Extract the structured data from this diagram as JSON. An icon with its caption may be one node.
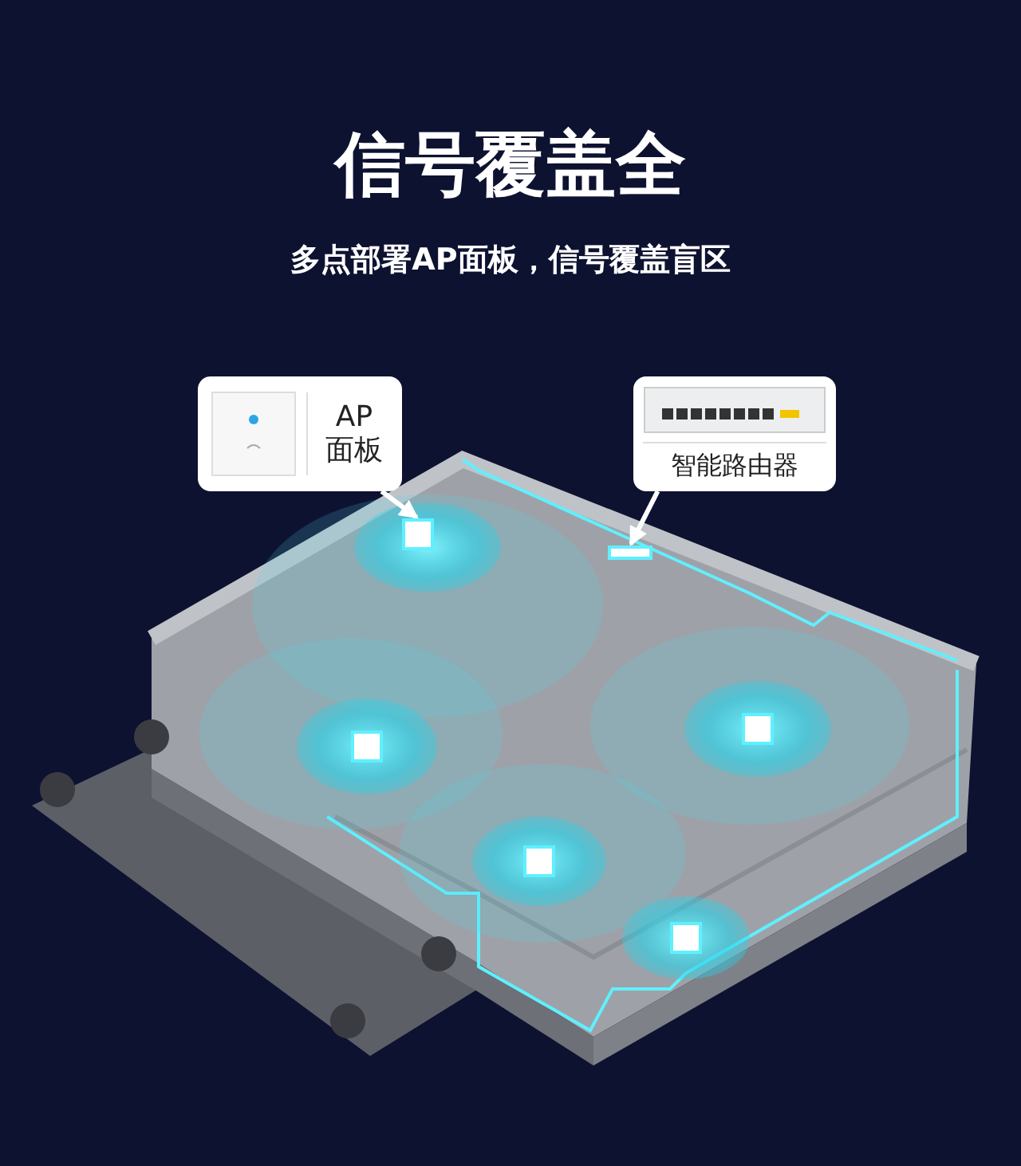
{
  "diagram": {
    "title": "信号覆盖全",
    "caption": "多点部署AP面板，信号覆盖盲区",
    "nodes": [
      {
        "text": [
          "AP 面板"
        ]
      },
      {
        "text": [
          "智能路由器"
        ]
      },
      {
        "text": [],
        "shape": "box"
      },
      {
        "text": [],
        "shape": "box"
      }
    ],
    "edges": [
      {
        "from": 0,
        "to": 2,
        "arrow": "to"
      },
      {
        "from": 1,
        "to": 3,
        "arrow": "to"
      }
    ]
  }
}
